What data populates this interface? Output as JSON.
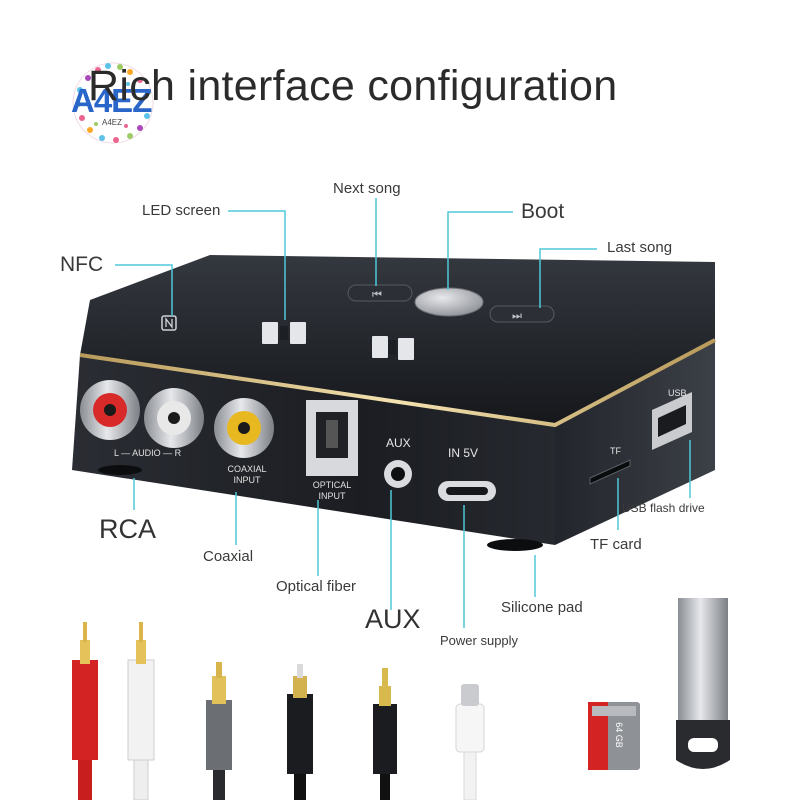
{
  "title": "Rich interface configuration",
  "logo": {
    "text": "A4EZ",
    "subtext": "A4EZ"
  },
  "labels": {
    "led_screen": "LED screen",
    "next_song": "Next song",
    "boot": "Boot",
    "last_song": "Last song",
    "nfc": "NFC",
    "rca": "RCA",
    "coaxial": "Coaxial",
    "optical_fiber": "Optical fiber",
    "aux": "AUX",
    "power_supply": "Power supply",
    "silicone_pad": "Silicone pad",
    "tf_card": "TF card",
    "usb_flash_drive": "USB flash drive"
  },
  "device_print": {
    "audio": "L — AUDIO — R",
    "coaxial_input": "COAXIAL INPUT",
    "optical_input": "OPTICAL INPUT",
    "aux": "AUX",
    "in5v": "IN 5V",
    "tf": "TF",
    "usb": "USB"
  },
  "accessories": {
    "tf_card_capacity": "64 GB"
  },
  "colors": {
    "callout_line": "#4fc8d8",
    "rca_red": "#d92a2a",
    "coax_yellow": "#e8b820",
    "device_body": "#1c1f24",
    "gold_trim": "#e8cf8a"
  },
  "icons": [
    "nfc-icon",
    "next-track-icon",
    "previous-track-icon",
    "power-button-icon"
  ]
}
